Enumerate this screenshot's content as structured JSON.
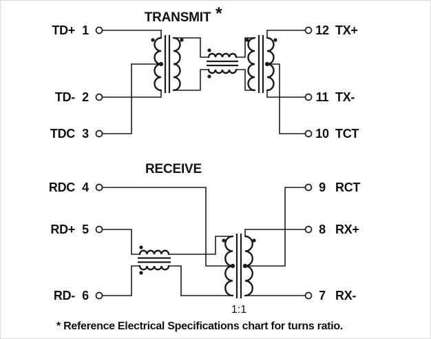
{
  "diagram": {
    "transmit": {
      "title": "TRANSMIT",
      "asterisk": "*",
      "pins_left": [
        {
          "label": "TD+",
          "number": "1"
        },
        {
          "label": "TD-",
          "number": "2"
        },
        {
          "label": "TDC",
          "number": "3"
        }
      ],
      "pins_right": [
        {
          "number": "12",
          "label": "TX+"
        },
        {
          "number": "11",
          "label": "TX-"
        },
        {
          "number": "10",
          "label": "TCT"
        }
      ]
    },
    "receive": {
      "title": "RECEIVE",
      "pins_left": [
        {
          "label": "RDC",
          "number": "4"
        },
        {
          "label": "RD+",
          "number": "5"
        },
        {
          "label": "RD-",
          "number": "6"
        }
      ],
      "pins_right": [
        {
          "number": "9",
          "label": "RCT"
        },
        {
          "number": "8",
          "label": "RX+"
        },
        {
          "number": "7",
          "label": "RX-"
        }
      ]
    },
    "turns_ratio_label": "1:1",
    "footnote": "* Reference Electrical Specifications chart for turns ratio.",
    "colors": {
      "line": "#1a1a1a",
      "background": "#ffffff"
    }
  }
}
